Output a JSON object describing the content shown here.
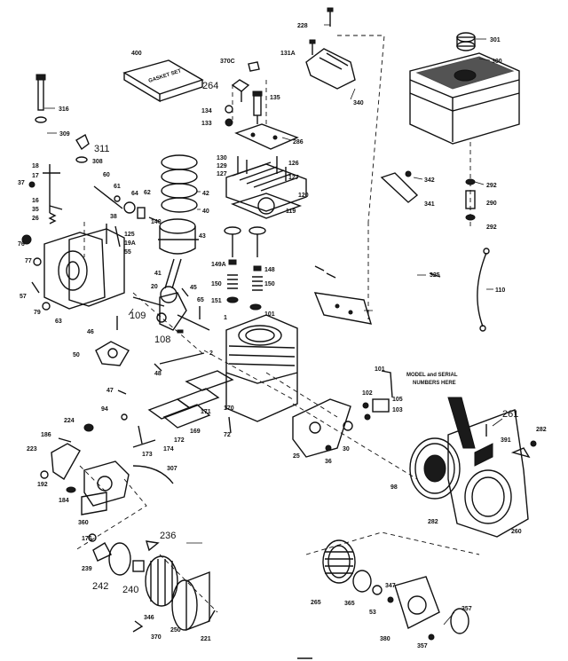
{
  "labels": {
    "p228": "228",
    "p131A": "131A",
    "p340": "340",
    "p301": "301",
    "p300": "300",
    "p400": "400",
    "p370C": "370C",
    "p264": "264",
    "p134": "134",
    "p133": "133",
    "p135": "135",
    "p316": "316",
    "p309": "309",
    "p311": "311",
    "p308": "308",
    "p286": "286",
    "p130": "130",
    "p129": "129",
    "p127": "127",
    "p126": "126",
    "p120": "120",
    "p119": "119",
    "p42": "42",
    "p40": "40",
    "p43": "43",
    "p41": "41",
    "p292a": "292",
    "p290": "290",
    "p292b": "292",
    "p342": "342",
    "p341": "341",
    "p18": "18",
    "p37": "37",
    "p17": "17",
    "p16": "16",
    "p35": "35",
    "p26": "26",
    "p60": "60",
    "p61": "61",
    "p64": "64",
    "p62": "62",
    "p140": "140",
    "p38": "38",
    "p125": "125",
    "p19A": "19A",
    "p55": "55",
    "p76": "76",
    "p77": "77",
    "p57": "57",
    "p79": "79",
    "p63": "63",
    "p20": "20",
    "p45": "45",
    "p109": "109",
    "p108": "108",
    "p149A": "149A",
    "p148": "148",
    "p150a": "150",
    "p150b": "150",
    "p151": "151",
    "p101a": "101",
    "p325": "325",
    "p110": "110",
    "p65": "65",
    "p1": "1",
    "p46": "46",
    "p50": "50",
    "p48": "48",
    "p2": "2",
    "p47": "47",
    "p94": "94",
    "p224": "224",
    "p186": "186",
    "p223": "223",
    "p192": "192",
    "p184": "184",
    "p360": "360",
    "p170": "170",
    "p171": "171",
    "p172": "172",
    "p174": "174",
    "p173": "173",
    "p169": "169",
    "p72": "72",
    "p25": "25",
    "p36": "36",
    "p30": "30",
    "p101b": "101",
    "p102": "102",
    "p103": "103",
    "p105": "105",
    "p261": "261",
    "p391": "391",
    "p282a": "282",
    "p307": "307",
    "p236": "236",
    "p239": "239",
    "p242": "242",
    "p240": "240",
    "p346": "346",
    "p250": "250",
    "p370": "370",
    "p221": "221",
    "p98": "98",
    "p282b": "282",
    "p260": "260",
    "p265": "265",
    "p365": "365",
    "p53": "53",
    "p347": "347",
    "p380": "380",
    "p357": "357",
    "p176": "176"
  },
  "manual_box": {
    "line1": "GASKET SET"
  },
  "model_note": {
    "line1": "MODEL and SERIAL",
    "line2": "NUMBERS HERE"
  }
}
